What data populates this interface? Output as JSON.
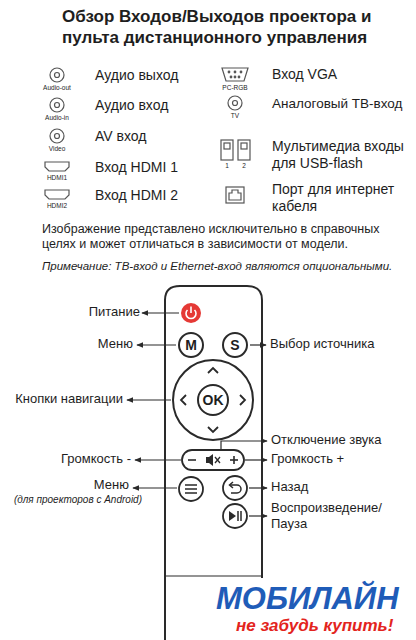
{
  "diagram": {
    "title": "Обзор Входов/Выходов проектора и пульта дистанционного управления",
    "nodes": [
      {
        "text": [
          "M"
        ]
      },
      {
        "text": [
          "S"
        ]
      },
      {
        "text": [
          "OK"
        ]
      }
    ],
    "labels": [
      "Audio-out",
      "Аудио выход",
      "Audio-in",
      "Аудио вход",
      "Video",
      "AV вход",
      "HDMI1",
      "Вход HDMI 1",
      "HDMI2",
      "Вход HDMI 2",
      "PC-RGB",
      "Вход VGA",
      "TV",
      "Аналоговый ТВ-вход",
      "1",
      "2",
      "Мультимедиа входы для USB-flash",
      "Порт для интернет кабеля",
      "Изображение представлено исключительно в справочных целях и может отличаться в зависимости от модели.",
      "Примечание: ТВ-вход и Ethernet-вход являются опциональными.",
      "Питание",
      "Меню",
      "Выбор источника",
      "Кнопки навигации",
      "Отключение звука",
      "Громкость -",
      "Громкость +",
      "Меню",
      "(для проекторов с Android)",
      "Назад",
      "Воспроизведение/ Пауза",
      "МОБИЛАЙН",
      "не забудь купить!"
    ]
  }
}
